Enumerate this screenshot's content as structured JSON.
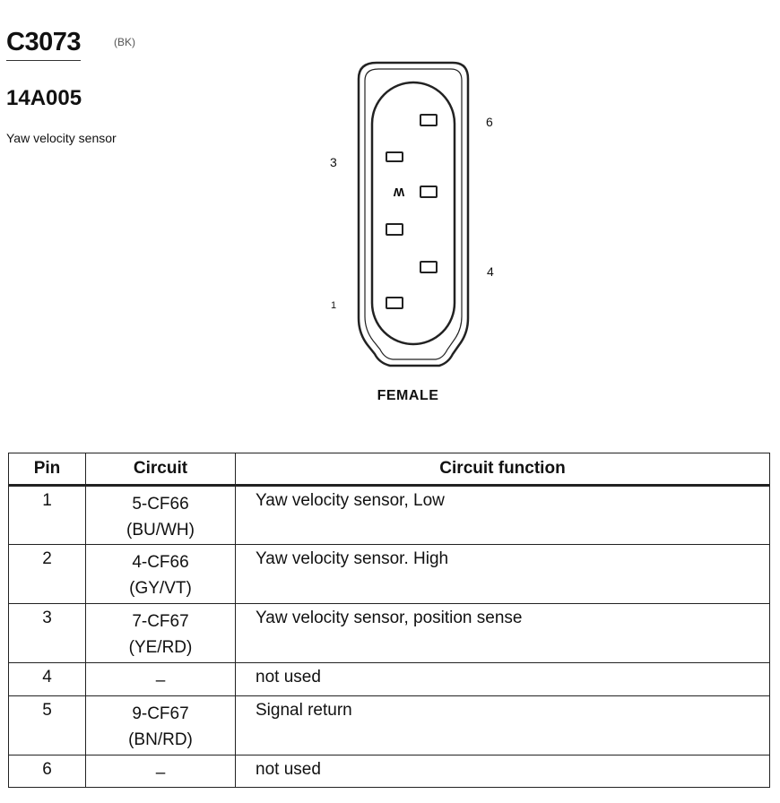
{
  "connector": {
    "id": "C3073",
    "color_code": "(BK)",
    "part_number": "14A005",
    "description": "Yaw velocity sensor",
    "view": "FEMALE",
    "cavity_letter": "W",
    "pin_labels": {
      "pin6": "6",
      "pin3": "3",
      "pin4": "4",
      "pin1": "1"
    }
  },
  "table": {
    "headers": {
      "pin": "Pin",
      "circuit": "Circuit",
      "function": "Circuit function"
    },
    "rows": [
      {
        "pin": "1",
        "circuit": "5-CF66",
        "color": "(BU/WH)",
        "function": "Yaw velocity sensor, Low"
      },
      {
        "pin": "2",
        "circuit": "4-CF66",
        "color": "(GY/VT)",
        "function": "Yaw velocity sensor. High"
      },
      {
        "pin": "3",
        "circuit": "7-CF67",
        "color": "(YE/RD)",
        "function": "Yaw velocity sensor, position sense"
      },
      {
        "pin": "4",
        "circuit": "–",
        "color": "",
        "function": "not used"
      },
      {
        "pin": "5",
        "circuit": "9-CF67",
        "color": "(BN/RD)",
        "function": "Signal return"
      },
      {
        "pin": "6",
        "circuit": "–",
        "color": "",
        "function": "not used"
      }
    ]
  }
}
